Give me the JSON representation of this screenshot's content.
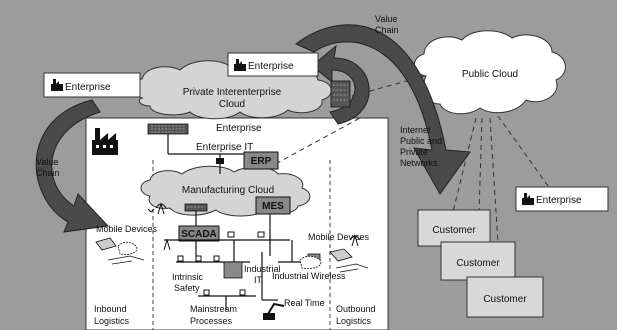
{
  "labels": {
    "enterprise_top": "Enterprise",
    "enterprise_left": "Enterprise",
    "enterprise_right": "Enterprise",
    "enterprise_plant": "Enterprise",
    "enterprise_it": "Enterprise IT",
    "private_cloud_line1": "Private Interenterprise",
    "private_cloud_line2": "Cloud",
    "public_cloud": "Public Cloud",
    "value_chain_top_line1": "Value",
    "value_chain_top_line2": "Chain",
    "value_chain_left_line1": "Value",
    "value_chain_left_line2": "Chain",
    "internet_line1": "Internet",
    "internet_line2": "Public and",
    "internet_line3": "Private",
    "internet_line4": "Networks",
    "erp": "ERP",
    "manufacturing_cloud": "Manufacturing Cloud",
    "mes": "MES",
    "scada": "SCADA",
    "mobile_devices_left": "Mobile Devices",
    "mobile_devices_right": "Mobile Devices",
    "intrinsic_line1": "Intrinsic",
    "intrinsic_line2": "Safety",
    "industrial_it_line1": "Industrial",
    "industrial_it_line2": "IT",
    "industrial_wireless": "Industrial Wireless",
    "real_time": "Real Time",
    "inbound_line1": "Inbound",
    "inbound_line2": "Logistics",
    "mainstream_line1": "Mainstream",
    "mainstream_line2": "Processes",
    "outbound_line1": "Outbound",
    "outbound_line2": "Logistics",
    "customer_1": "Customer",
    "customer_2": "Customer",
    "customer_3": "Customer"
  }
}
